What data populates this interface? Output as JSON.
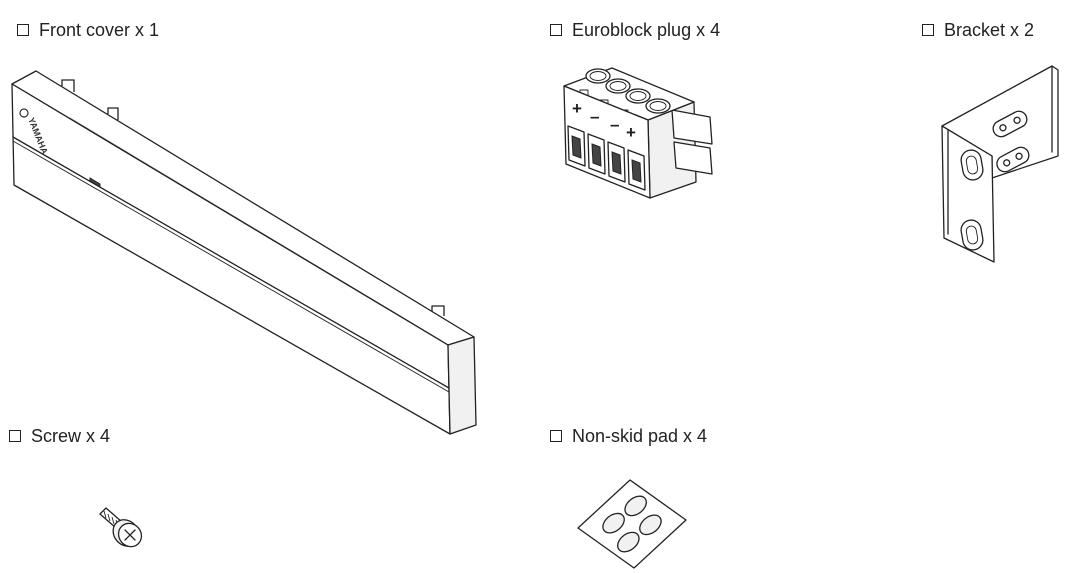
{
  "items": [
    {
      "key": "front_cover",
      "label": "Front cover x 1"
    },
    {
      "key": "euroblock",
      "label": "Euroblock plug x 4"
    },
    {
      "key": "bracket",
      "label": "Bracket x 2"
    },
    {
      "key": "screw",
      "label": "Screw x 4"
    },
    {
      "key": "pad",
      "label": "Non-skid pad x 4"
    }
  ],
  "front_cover_logo": "YAMAHA",
  "euroblock_polarity": [
    "+",
    "–",
    "–",
    "+"
  ]
}
